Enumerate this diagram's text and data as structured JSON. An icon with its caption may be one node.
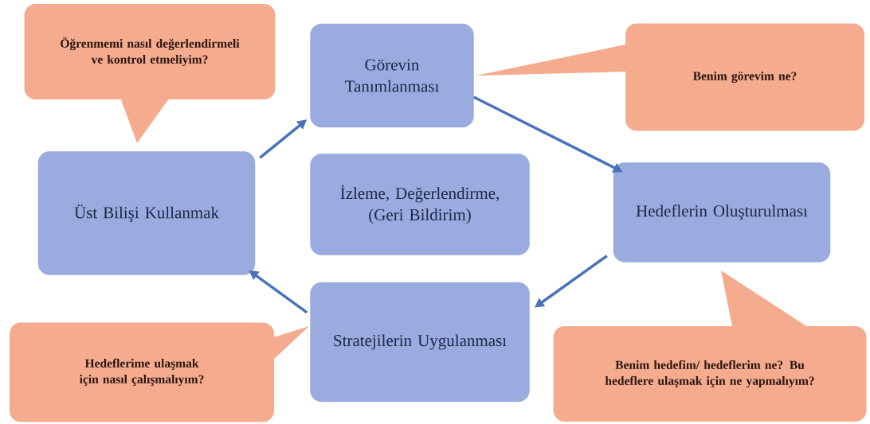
{
  "diagram": {
    "nodes": [
      {
        "text": [
          "Görevin Tanımlanması"
        ]
      },
      {
        "text": [
          "Hedeflerin Oluşturulması"
        ]
      },
      {
        "text": [
          "Stratejilerin Uygulanması"
        ]
      },
      {
        "text": [
          "Üst Bilişi Kullanmak"
        ]
      },
      {
        "text": [
          "İzleme, Değerlendirme, (Geri Bildirim)"
        ]
      },
      {
        "text": [
          "Öğrenmemi nasıl değerlendirmeli ve kontrol etmeliyim?"
        ]
      },
      {
        "text": [
          "Benim görevim ne?"
        ]
      },
      {
        "text": [
          "Hedeflerime ulaşmak için nasıl çalışmalıyım?"
        ]
      },
      {
        "text": [
          "Benim hedefim/ hedeflerim ne? Bu hedeflere ulaşmak için ne yapmalıyım?"
        ]
      }
    ],
    "edges": [
      {
        "from": 3,
        "to": 0,
        "arrow": "to"
      },
      {
        "from": 0,
        "to": 1,
        "arrow": "to"
      },
      {
        "from": 1,
        "to": 2,
        "arrow": "to"
      },
      {
        "from": 2,
        "to": 3,
        "arrow": "to"
      }
    ]
  }
}
